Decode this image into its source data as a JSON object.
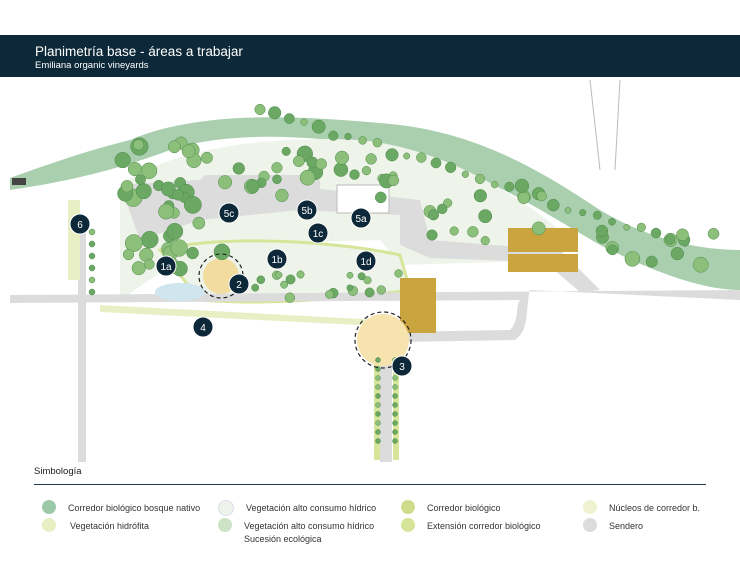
{
  "header": {
    "title": "Planimetría base - áreas a trabajar",
    "subtitle": "Emiliana organic vineyards"
  },
  "markers": [
    {
      "id": "6"
    },
    {
      "id": "5c"
    },
    {
      "id": "5b"
    },
    {
      "id": "5a"
    },
    {
      "id": "1c"
    },
    {
      "id": "1a"
    },
    {
      "id": "1b"
    },
    {
      "id": "1d"
    },
    {
      "id": "2"
    },
    {
      "id": "4"
    },
    {
      "id": "3"
    }
  ],
  "legend": {
    "title": "Simbología",
    "items": [
      {
        "label": "Corredor biológico bosque nativo",
        "color": "#9ccaa9"
      },
      {
        "label": "Vegetación hidrófita",
        "color": "#e8efc4"
      },
      {
        "label": "Vegetación alto consumo hídrico",
        "color": "#eef4ea"
      },
      {
        "label": "Vegetación alto consumo hídrico",
        "label2": "Sucesión ecológica",
        "color": "#cde3c5"
      },
      {
        "label": "Corredor biológico",
        "color": "#cfdc8a"
      },
      {
        "label": "Extensión corredor biológico",
        "color": "#d7e59a"
      },
      {
        "label": "Núcleos de corredor b.",
        "color": "#eef2cf"
      },
      {
        "label": "Sendero",
        "color": "#dcdcdc"
      }
    ]
  },
  "colors": {
    "header": "#0d2838",
    "marker": "#0d2838",
    "tree": "#6aa863",
    "road": "#dcdcdc",
    "vineyard": "#c9a43f"
  }
}
